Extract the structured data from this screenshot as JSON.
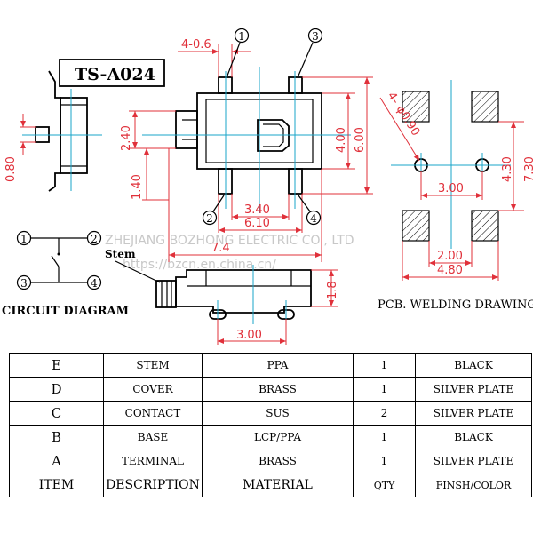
{
  "model": "TS-A024",
  "watermark_company": "ZHEJIANG BOZHONG ELECTRIC CO., LTD",
  "watermark_url": "https://bzcn.en.china.cn/",
  "labels": {
    "circuit_diagram": "CIRCUIT DIAGRAM",
    "pcb_welding_drawing": "PCB. WELDING DRAWING",
    "stem": "Stem"
  },
  "pin_numbers": [
    "1",
    "2",
    "3",
    "4"
  ],
  "dimensions": {
    "pin_offset": "4-0.6",
    "side_height": "0.80",
    "lever_width": "2.40",
    "lever_offset": "1.40",
    "body_height": "4.00",
    "overall_height": "6.00",
    "pin_span_inner": "3.40",
    "pin_span_outer": "6.10",
    "overall_length": "7.4",
    "pad_hole_dia": "φ0.90",
    "pad_holes": "4-",
    "hole_pitch": "3.00",
    "pad_vertical": "4.30",
    "pad_vertical_outer": "7.30",
    "pad_inner_gap": "2.00",
    "pad_outer_span": "4.80",
    "stem_height": "1.8",
    "bottom_pitch": "3.00"
  },
  "bom": {
    "rows": [
      {
        "item": "E",
        "description": "STEM",
        "material": "PPA",
        "qty": "1",
        "finish": "BLACK"
      },
      {
        "item": "D",
        "description": "COVER",
        "material": "BRASS",
        "qty": "1",
        "finish": "SILVER PLATE"
      },
      {
        "item": "C",
        "description": "CONTACT",
        "material": "SUS",
        "qty": "2",
        "finish": "SILVER PLATE"
      },
      {
        "item": "B",
        "description": "BASE",
        "material": "LCP/PPA",
        "qty": "1",
        "finish": "BLACK"
      },
      {
        "item": "A",
        "description": "TERMINAL",
        "material": "BRASS",
        "qty": "1",
        "finish": "SILVER PLATE"
      }
    ],
    "header": {
      "item": "ITEM",
      "description": "DESCRIPTION",
      "material": "MATERIAL",
      "qty": "QTY",
      "finish": "FINSH/COLOR"
    }
  },
  "colors": {
    "dimension": "#e0303a",
    "centerline": "#1aa6c8",
    "line": "#000000"
  }
}
